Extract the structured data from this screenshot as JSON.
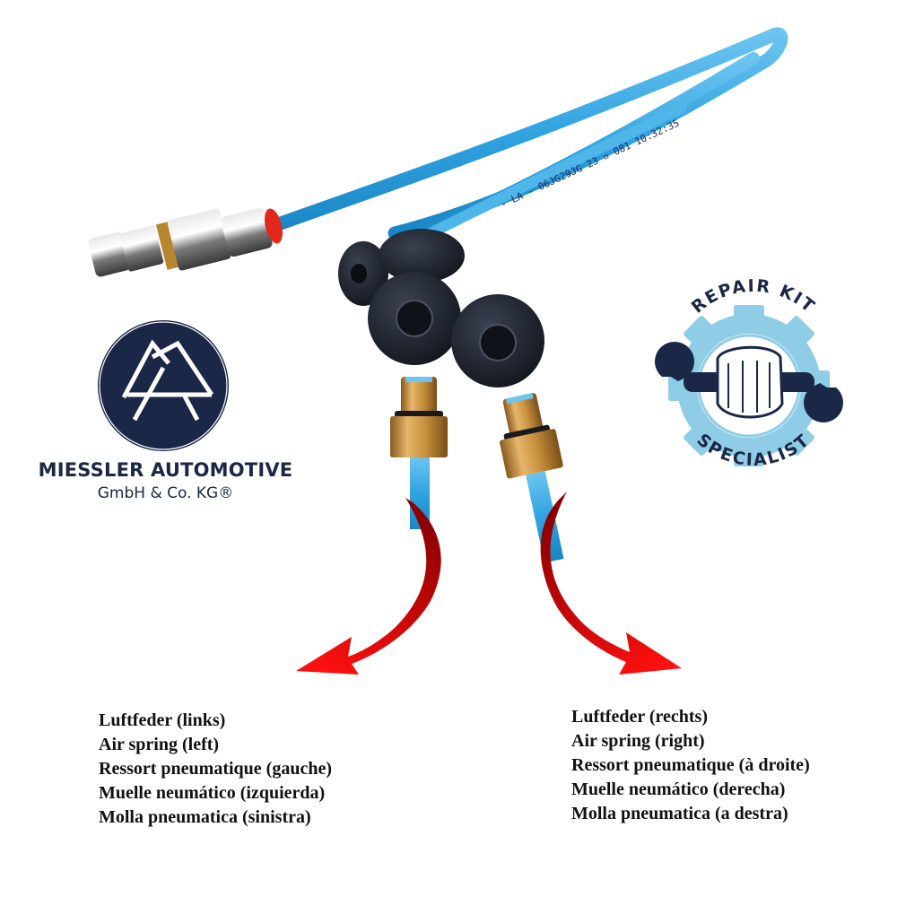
{
  "brand": {
    "name": "MIESSLER AUTOMOTIVE",
    "subtitle": "GmbH & Co. KG®",
    "logo_icon": "mountain-peaks-monogram-icon",
    "colors": {
      "navy": "#1a2747",
      "white": "#ffffff"
    }
  },
  "badge": {
    "top_text": "REPAIR KIT",
    "bottom_text": "SPECIALIST",
    "icon": "gear-fist-wrench-icon",
    "colors": {
      "gear": "#8fcde6",
      "navy": "#1a2747"
    }
  },
  "product": {
    "hose_print": [
      "- LA - 06JG29JG",
      "23",
      "081",
      "10:32:35"
    ],
    "colors": {
      "hose": "#2fa3e0",
      "fitting_brass": "#c9923e",
      "connector_block": "#1e2430",
      "release_ring": "#e0281e",
      "arrow": "#c40000"
    }
  },
  "labels": {
    "left": [
      "Luftfeder (links)",
      "Air spring (left)",
      "Ressort pneumatique (gauche)",
      "Muelle neumático (izquierda)",
      "Molla pneumatica (sinistra)"
    ],
    "right": [
      "Luftfeder (rechts)",
      "Air spring (right)",
      "Ressort pneumatique (à droite)",
      "Muelle neumático (derecha)",
      "Molla pneumatica (a destra)"
    ]
  }
}
